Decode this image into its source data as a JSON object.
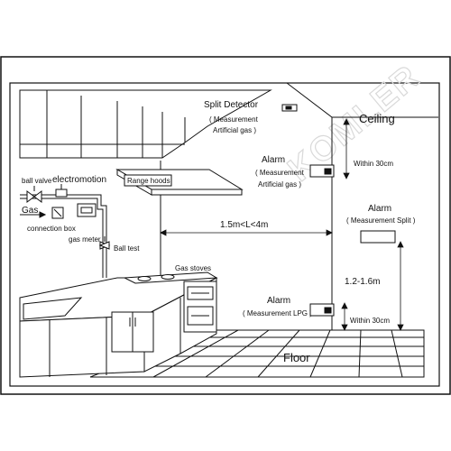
{
  "labels": {
    "split_detector_title": "Split Detector",
    "split_detector_line2": "( Measurement",
    "split_detector_line3": "Artificial gas )",
    "ceiling": "Ceiling",
    "alarm_top_title": "Alarm",
    "alarm_top_line2": "( Measurement",
    "alarm_top_line3": "Artificial gas )",
    "within_30cm_top": "Within 30cm",
    "alarm_right_title": "Alarm",
    "alarm_right_line2": "( Measurement Split )",
    "distance": "1.5m<L<4m",
    "height": "1.2-1.6m",
    "alarm_bottom_title": "Alarm",
    "alarm_bottom_line2": "( Measurement LPG )",
    "within_30cm_bottom": "Within 30cm",
    "floor": "Floor",
    "ball_valve": "ball valve",
    "electromotion": "electromotion",
    "range_hoods": "Range hoods",
    "gas": "Gas",
    "connection_box": "connection box",
    "gas_meter": "gas meter",
    "ball_test": "Ball test",
    "gas_stoves": "Gas stoves"
  },
  "watermark": "KOMLER",
  "colors": {
    "line": "#111111",
    "background": "#ffffff",
    "watermark": "#d9d9d9"
  }
}
